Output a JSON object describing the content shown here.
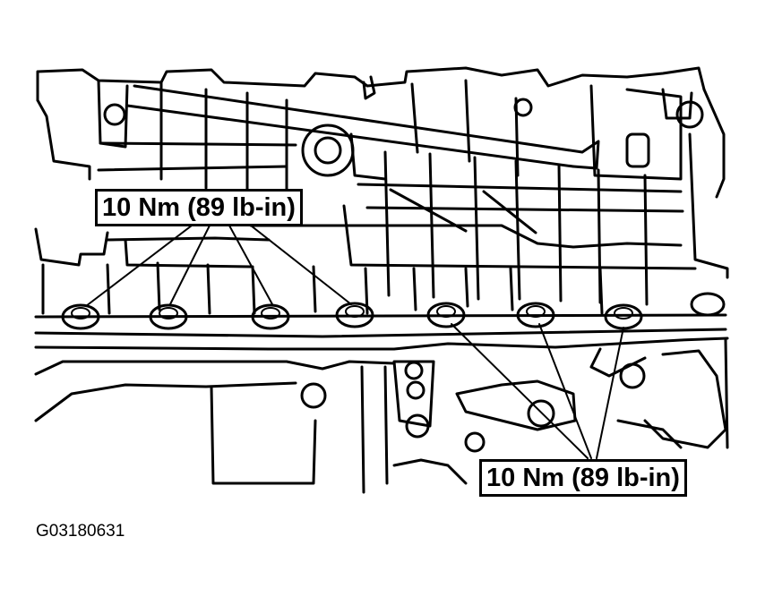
{
  "callouts": {
    "top": "10 Nm (89 lb-in)",
    "bottom": "10 Nm (89 lb-in)"
  },
  "figure_code": "G03180631",
  "bolts": {
    "top_group_count": 4,
    "bottom_group_count": 3
  },
  "colors": {
    "ink": "#000000",
    "paper": "#ffffff"
  }
}
